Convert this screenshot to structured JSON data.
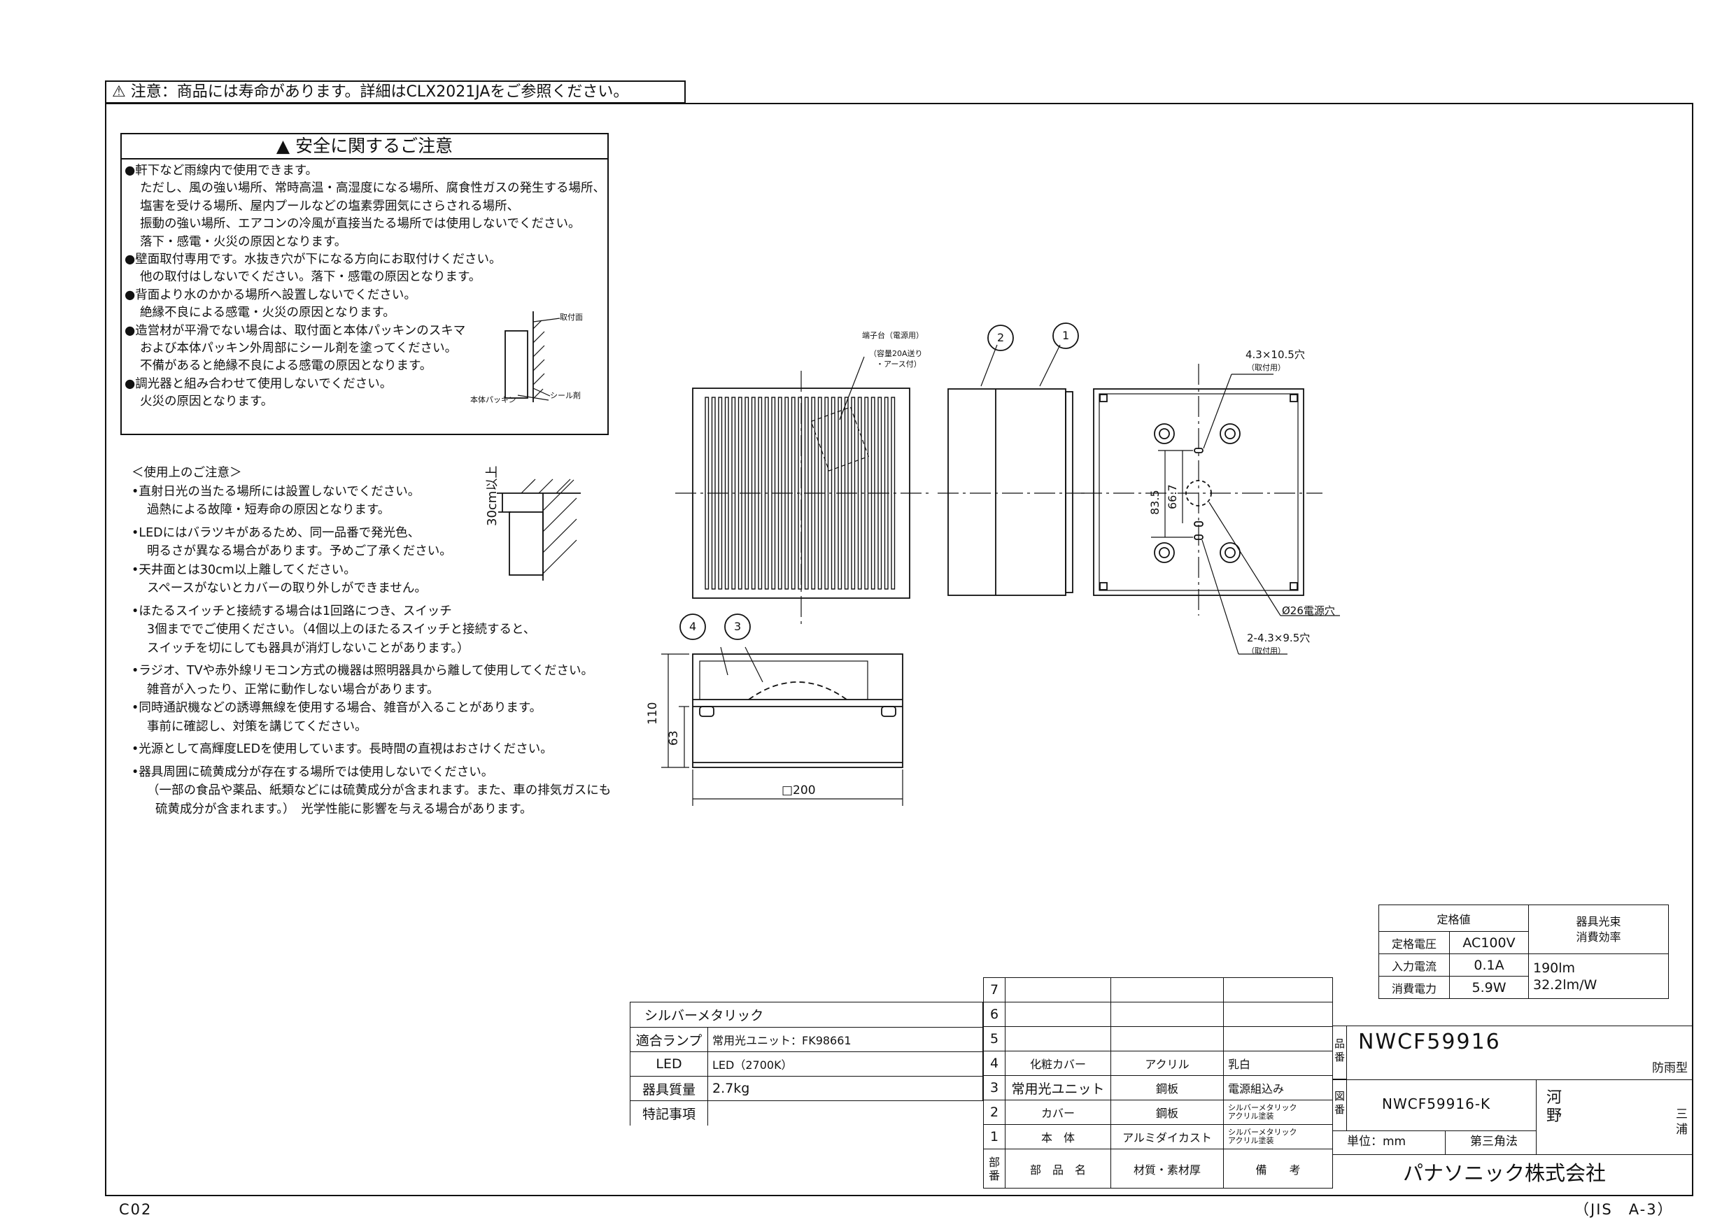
{
  "header": {
    "caution_icon": "warning-triangle-icon",
    "caution_text": "注意：商品には寿命があります。詳細はCLX2021JAをご参照ください。"
  },
  "safety": {
    "icon": "warning-triangle-filled-icon",
    "title": "安全に関するご注意",
    "lines": [
      "●軒下など雨線内で使用できます。",
      "ただし、風の強い場所、常時高温・高湿度になる場所、腐食性ガスの発生する場所、",
      "塩害を受ける場所、屋内プールなどの塩素雰囲気にさらされる場所、",
      "振動の強い場所、エアコンの冷風が直接当たる場所では使用しないでください。",
      "落下・感電・火災の原因となります。",
      "●壁面取付専用です。水抜き穴が下になる方向にお取付けください。",
      "他の取付はしないでください。落下・感電の原因となります。",
      "●背面より水のかかる場所へ設置しないでください。",
      "絶縁不良による感電・火災の原因となります。",
      "●造営材が平滑でない場合は、取付面と本体パッキンのスキマ",
      "および本体パッキン外周部にシール剤を塗ってください。",
      "不備があると絶縁不良による感電の原因となります。",
      "●調光器と組み合わせて使用しないでください。",
      "火災の原因となります。"
    ],
    "label_mount": "取付面",
    "label_packing": "本体パッキン",
    "label_seal": "シール剤"
  },
  "usage": {
    "title": "＜使用上のご注意＞",
    "lines": [
      "•直射日光の当たる場所には設置しないでください。",
      "過熱による故障・短寿命の原因となります。",
      "•LEDにはバラツキがあるため、同一品番で発光色、",
      "明るさが異なる場合があります。予めご了承ください。",
      "•天井面とは30cm以上離してください。",
      "スペースがないとカバーの取り外しができません。",
      "•ほたるスイッチと接続する場合は1回路につき、スイッチ",
      "3個まででご使用ください。（4個以上のほたるスイッチと接続すると、",
      "スイッチを切にしても器具が消灯しないことがあります。）",
      "•ラジオ、TVや赤外線リモコン方式の機器は照明器具から離して使用してください。",
      "雑音が入ったり、正常に動作しない場合があります。",
      "•同時通訳機などの誘導無線を使用する場合、雑音が入ることがあります。",
      "事前に確認し、対策を講じてください。",
      "•光源として高輝度LEDを使用しています。長時間の直視はおさけください。",
      "•器具周囲に硫黄成分が存在する場所では使用しないでください。",
      "（一部の食品や薬品、紙類などには硫黄成分が含まれます。また、車の排気ガスにも",
      "硫黄成分が含まれます。）　光学性能に影響を与える場合があります。"
    ],
    "ceiling_dim": "30cm以上"
  },
  "drawing": {
    "terminal_label": "端子台（電源用）",
    "terminal_note1": "（容量20A送り",
    "terminal_note2": "・アース付）",
    "hole_top": "4.3×10.5穴",
    "hole_top_note": "（取付用）",
    "dim_835": "83.5",
    "dim_667": "66.7",
    "hole_center": "Ø26電源穴",
    "hole_bottom": "2-4.3×9.5穴",
    "hole_bottom_note": "（取付用）",
    "dim_110": "110",
    "dim_63": "63",
    "dim_200": "□200",
    "callouts": [
      "1",
      "2",
      "3",
      "4"
    ]
  },
  "rating": {
    "title": "定格値",
    "flux_header1": "器具光束",
    "flux_header2": "消費効率",
    "rows": [
      {
        "label": "定格電圧",
        "value": "AC100V"
      },
      {
        "label": "入力電流",
        "value": "0.1A"
      },
      {
        "label": "消費電力",
        "value": "5.9W"
      }
    ],
    "flux": "190lm",
    "efficiency": "32.2lm/W"
  },
  "spec": {
    "color": "シルバーメタリック",
    "rows": [
      {
        "label": "適合ランプ",
        "value": "常用光ユニット：FK98661"
      },
      {
        "label": "LED",
        "value": "LED（2700K）"
      },
      {
        "label": "器具質量",
        "value": "2.7kg"
      },
      {
        "label": "特記事項",
        "value": ""
      }
    ]
  },
  "parts": {
    "rows": [
      {
        "no": "7",
        "name": "",
        "material": "",
        "note": ""
      },
      {
        "no": "6",
        "name": "",
        "material": "",
        "note": ""
      },
      {
        "no": "5",
        "name": "",
        "material": "",
        "note": ""
      },
      {
        "no": "4",
        "name": "化粧カバー",
        "material": "アクリル",
        "note": "乳白"
      },
      {
        "no": "3",
        "name": "常用光ユニット",
        "material": "鋼板",
        "note": "電源組込み"
      },
      {
        "no": "2",
        "name": "カバー",
        "material": "鋼板",
        "note": "シルバーメタリック\nアクリル塗装"
      },
      {
        "no": "1",
        "name": "本　体",
        "material": "アルミダイカスト",
        "note": "シルバーメタリック\nアクリル塗装"
      }
    ],
    "header_no": "部番",
    "header_name": "部　品　名",
    "header_material": "材質・素材厚",
    "header_note": "備　　考"
  },
  "title_block": {
    "hinban_label": "品番",
    "hinban": "NWCF59916",
    "type": "防雨型",
    "zuban_label": "図番",
    "zuban": "NWCF59916-K",
    "signature1": "河野",
    "signature2": "三浦",
    "unit": "単位：mm",
    "projection": "第三角法",
    "company": "パナソニック株式会社"
  },
  "footer": {
    "code": "C02",
    "standard": "（JIS　A-3）"
  }
}
